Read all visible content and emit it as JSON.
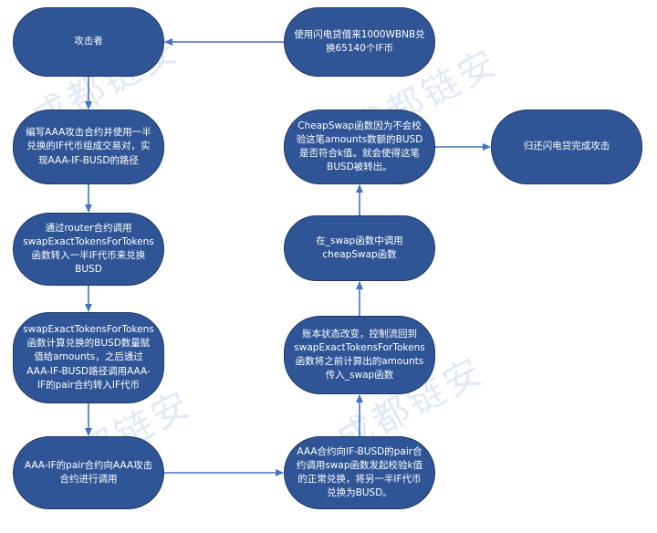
{
  "nodes": {
    "attacker": "攻击者",
    "write_contract": "编写AAA攻击合约并使用一半兑换的IF代币组成交易对，实现AAA-IF-BUSD的路径",
    "router_call": "通过router合约调用swapExactTokensForTokens函数转入一半IF代币来兑换BUSD",
    "swap_calc": "swapExactTokensForTokens函数计算兑换的BUSD数量赋值给amounts，之后通过AAA-IF-BUSD路径调用AAA-IF的pair合约转入IF代币",
    "aaa_if_pair": "AAA-IF的pair合约向AAA攻击合约进行调用",
    "aaa_contract_call": "AAA合约向IF-BUSD的pair合约调用swap函数发起校验k值的正常兑换，将另一半IF代币兑换为BUSD。",
    "state_change": "账本状态改变，控制流回到swapExactTokensForTokens函数将之前计算出的amounts传入_swap函数",
    "in_swap": "在_swap函数中调用cheapSwap函数",
    "cheapswap": "CheapSwap函数因为不会校验这笔amounts数额的BUSD是否符合k值。就会使得这笔BUSD被转出。",
    "flash_loan": "使用闪电贷借来1000WBNB兑换65140个IF币",
    "repay": "归还闪电贷完成攻击"
  },
  "watermark": "成都链安",
  "colors": {
    "node_fill": "#2f5597",
    "arrow": "#4472c4"
  }
}
